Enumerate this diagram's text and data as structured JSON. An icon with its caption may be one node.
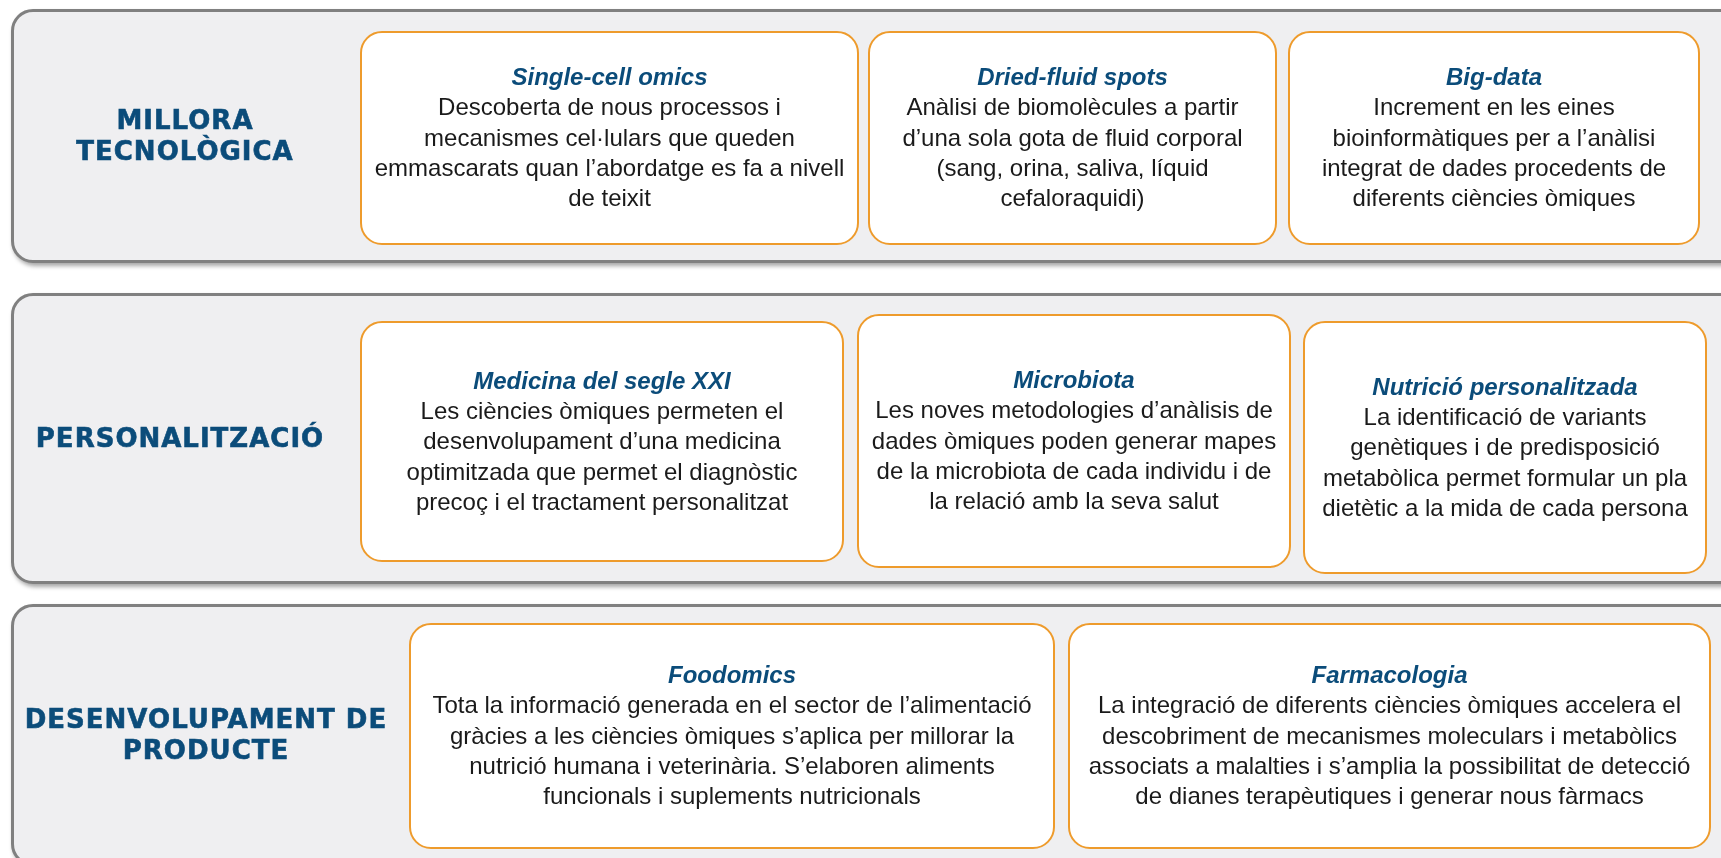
{
  "diagram": {
    "nodes": [
      {
        "text": [
          "MILLORA TECNOLÒGICA"
        ]
      },
      {
        "text": [
          "Single-cell omics",
          "Descoberta de nous processos i mecanismes cel·lulars que queden emmascarats quan l’abordatge es fa a nivell de teixit"
        ],
        "in": 0
      },
      {
        "text": [
          "Dried-fluid spots",
          "Anàlisi de biomolècules a partir d’una sola gota de fluid corporal (sang, orina, saliva, líquid cefaloraquidi)"
        ],
        "in": 0
      },
      {
        "text": [
          "Big-data",
          "Increment en les eines bioinformàtiques per a l’anàlisi integrat de dades procedents de diferents ciències òmiques"
        ],
        "in": 0
      },
      {
        "text": [
          "PERSONALITZACIÓ"
        ]
      },
      {
        "text": [
          "Medicina del segle XXI",
          "Les ciències òmiques permeten el desenvolupament d’una medicina optimitzada que permet el diagnòstic precoç i el tractament personalitzat"
        ],
        "in": 4
      },
      {
        "text": [
          "Microbiota",
          "Les noves metodologies d’anàlisis de dades òmiques poden generar mapes de la microbiota de cada individu i de la relació amb la seva salut"
        ],
        "in": 4
      },
      {
        "text": [
          "Nutrició personalitzada",
          "La identificació de variants genètiques i de predisposició metabòlica permet formular un pla dietètic a la mida de cada persona"
        ],
        "in": 4
      },
      {
        "text": [
          "DESENVOLUPAMENT DE PRODUCTE"
        ]
      },
      {
        "text": [
          "Foodomics",
          "Tota la informació generada en el sector de l’alimentació gràcies a les ciències òmiques s’aplica per millorar la nutrició humana i veterinària. S’elaboren aliments funcionals i suplements nutricionals"
        ],
        "in": 8
      },
      {
        "text": [
          "Farmacologia",
          "La integració de diferents ciències òmiques accelera el descobriment de mecanismes moleculars i metabòlics associats a malalties i s’amplia la possibilitat de detecció de dianes terapèutiques i generar nous fàrmacs"
        ],
        "in": 8
      }
    ]
  }
}
